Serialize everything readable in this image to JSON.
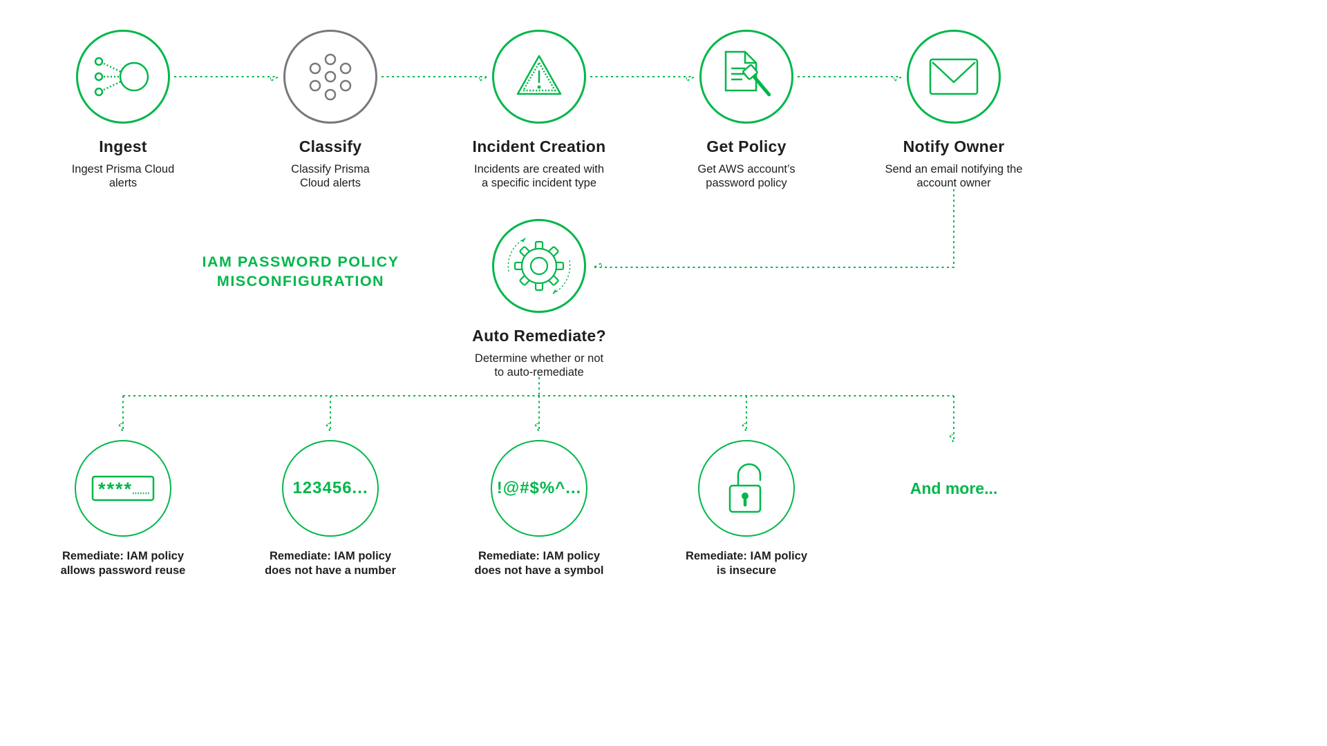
{
  "colors": {
    "accent": "#00B74A",
    "classify_gray": "#77787B",
    "text": "#1E1E1E"
  },
  "diagram_label": {
    "line1": "IAM PASSWORD POLICY",
    "line2": "MISCONFIGURATION"
  },
  "top_nodes": [
    {
      "title": "Ingest",
      "description": "Ingest Prisma Cloud alerts",
      "icon": "ingest-icon"
    },
    {
      "title": "Classify",
      "description": "Classify Prisma Cloud alerts",
      "icon": "classify-icon"
    },
    {
      "title": "Incident Creation",
      "description": "Incidents are created with a specific incident type",
      "icon": "warning-triangle-icon"
    },
    {
      "title": "Get Policy",
      "description": "Get AWS account’s password policy",
      "icon": "policy-document-gavel-icon"
    },
    {
      "title": "Notify Owner",
      "description": "Send an email notifying the account owner",
      "icon": "envelope-icon"
    }
  ],
  "center_node": {
    "title": "Auto Remediate?",
    "description": "Determine whether or not to auto-remediate",
    "icon": "gear-rotate-icon"
  },
  "bottom_nodes": [
    {
      "icon": "password-asterisks-icon",
      "icon_text": "****",
      "label": "Remediate: IAM policy allows password reuse"
    },
    {
      "icon": "number-password-text",
      "icon_text": "123456...",
      "label": "Remediate: IAM policy does not have a number"
    },
    {
      "icon": "symbol-password-text",
      "icon_text": "!@#$%^...",
      "label": "Remediate: IAM policy does not have a symbol"
    },
    {
      "icon": "open-padlock-icon",
      "icon_text": "",
      "label": "Remediate: IAM policy is insecure"
    },
    {
      "more_label": "And more..."
    }
  ]
}
